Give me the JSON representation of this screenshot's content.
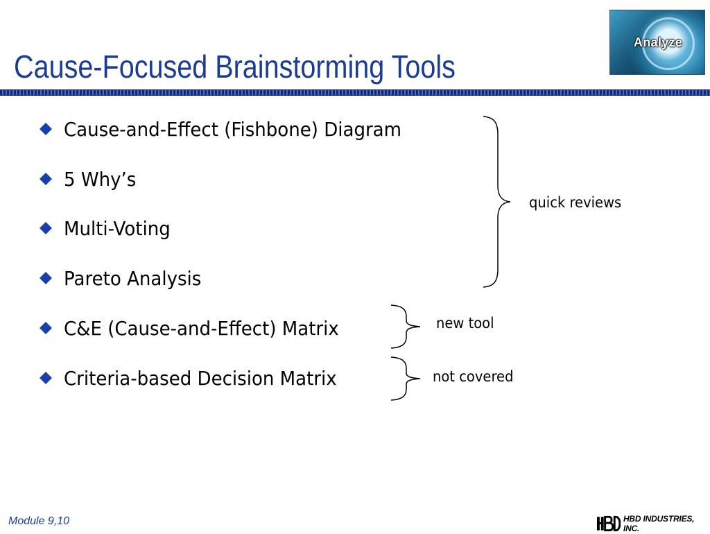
{
  "slide": {
    "title": "Cause-Focused Brainstorming Tools",
    "badge_label": "Analyze",
    "accent_color": "#1a3c94",
    "bullet_color": "#1840a8",
    "bullets": [
      "Cause-and-Effect (Fishbone) Diagram",
      "5 Why’s",
      "Multi-Voting",
      "Pareto Analysis",
      "C&E (Cause-and-Effect) Matrix",
      "Criteria-based Decision Matrix"
    ],
    "brace_notes": {
      "quick_reviews": "quick reviews",
      "new_tool": "new tool",
      "not_covered": "not covered"
    },
    "footer": {
      "module": "Module 9,10",
      "logo_text": "HBD INDUSTRIES, INC."
    }
  }
}
